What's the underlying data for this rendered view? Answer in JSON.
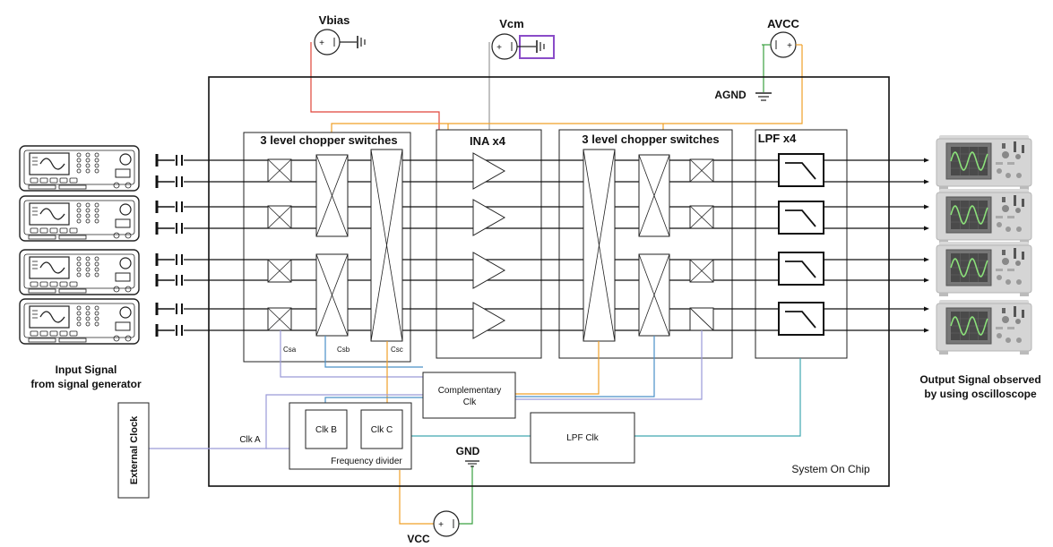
{
  "labels": {
    "vbias": "Vbias",
    "vcm": "Vcm",
    "avcc": "AVCC",
    "agnd": "AGND",
    "gnd": "GND",
    "vcc": "VCC",
    "chopper1": "3 level chopper switches",
    "ina": "INA x4",
    "chopper2": "3 level chopper switches",
    "lpf": "LPF x4",
    "csa": "Csa",
    "csb": "Csb",
    "csc": "Csc",
    "comp_clk_line1": "Complementary",
    "comp_clk_line2": "Clk",
    "clk_b": "Clk B",
    "clk_c": "Clk C",
    "freq_div": "Frequency divider",
    "lpf_clk": "LPF Clk",
    "clk_a": "Clk A",
    "ext_clock": "External Clock",
    "soc": "System On Chip",
    "input_line1": "Input Signal",
    "input_line2": "from signal generator",
    "output_line1": "Output Signal observed",
    "output_line2": "by using oscilloscope"
  },
  "colors": {
    "vbias_wire": "#e0453a",
    "vcm_wire": "#9a9a9a",
    "avcc_wire": "#f0a028",
    "ground_wire": "#3aa040",
    "vcm_highlight": "#8a4cc8",
    "clk_b_wire": "#4a90c8",
    "clk_a_wire": "#9a9ad8",
    "lpf_clk_wire": "#40a8b0",
    "scope_wave": "#8be07a"
  }
}
